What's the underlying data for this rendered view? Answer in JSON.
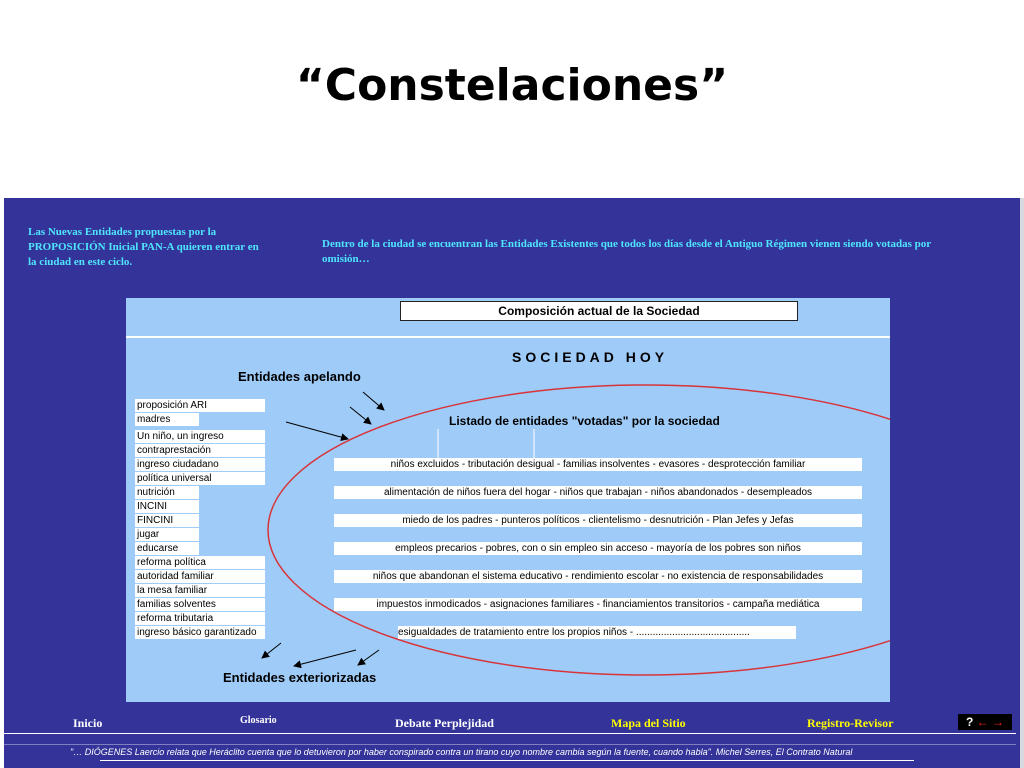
{
  "slide": {
    "title": "“Constelaciones”"
  },
  "intro": {
    "left": "Las Nuevas Entidades propuestas por la PROPOSICIÓN Inicial PAN-A quieren entrar en la ciudad en este ciclo.",
    "right": "Dentro de la ciudad se encuentran las Entidades Existentes que todos los días desde el Antiguo Régimen vienen siendo votadas por omisión…"
  },
  "diagram": {
    "composition_label": "Composición actual de la Sociedad",
    "heading": "SOCIEDAD HOY",
    "appealing_label": "Entidades apelando",
    "exteriorized_label": "Entidades exteriorizadas",
    "voted_title": "Listado de entidades \"votadas\" por la sociedad",
    "entities": [
      "proposición ARI",
      "madres",
      "Un niño, un ingreso",
      "contraprestación",
      "ingreso ciudadano",
      "política universal",
      "nutrición",
      "INCINI",
      "FINCINI",
      "jugar",
      "educarse",
      "reforma política",
      "autoridad familiar",
      "la mesa familiar",
      "familias solventes",
      "reforma tributaria",
      "ingreso básico garantizado"
    ],
    "voted_rows": [
      "niños excluidos - tributación desigual - familias insolventes - evasores - desprotección familiar",
      "alimentación de niños fuera del hogar - niños que trabajan - niños abandonados - desempleados",
      "miedo de los padres - punteros políticos - clientelismo - desnutrición - Plan Jefes y Jefas",
      "empleos precarios - pobres, con o sin empleo sin acceso - mayoría de los pobres son niños",
      "niños que abandonan el sistema educativo - rendimiento escolar - no existencia de responsabilidades",
      "impuestos inmodicados - asignaciones familiares - financiamientos transitorios - campaña mediática",
      "esigualdades de tratamiento entre los propios niños - ........................................."
    ]
  },
  "nav": {
    "inicio": "Inicio",
    "glosario": "Glosario",
    "debate": "Debate Perplejidad",
    "mapa": "Mapa del Sitio",
    "registro": "Registro-Revisor",
    "help": "?",
    "back": "←",
    "forward": "→"
  },
  "footer": {
    "quote": "\"… DIÓGENES Laercio relata que Heráclito cuenta que lo detuvieron por haber conspirado contra un tirano cuyo nombre cambia según la fuente, cuando habla\". Michel Serres, El Contrato Natural"
  },
  "colors": {
    "panel": "#333399",
    "diagram": "#9ecbf7",
    "intro_text": "#4fe6ff",
    "ellipse": "#d9343a",
    "nav_highlight": "#ffff00"
  }
}
